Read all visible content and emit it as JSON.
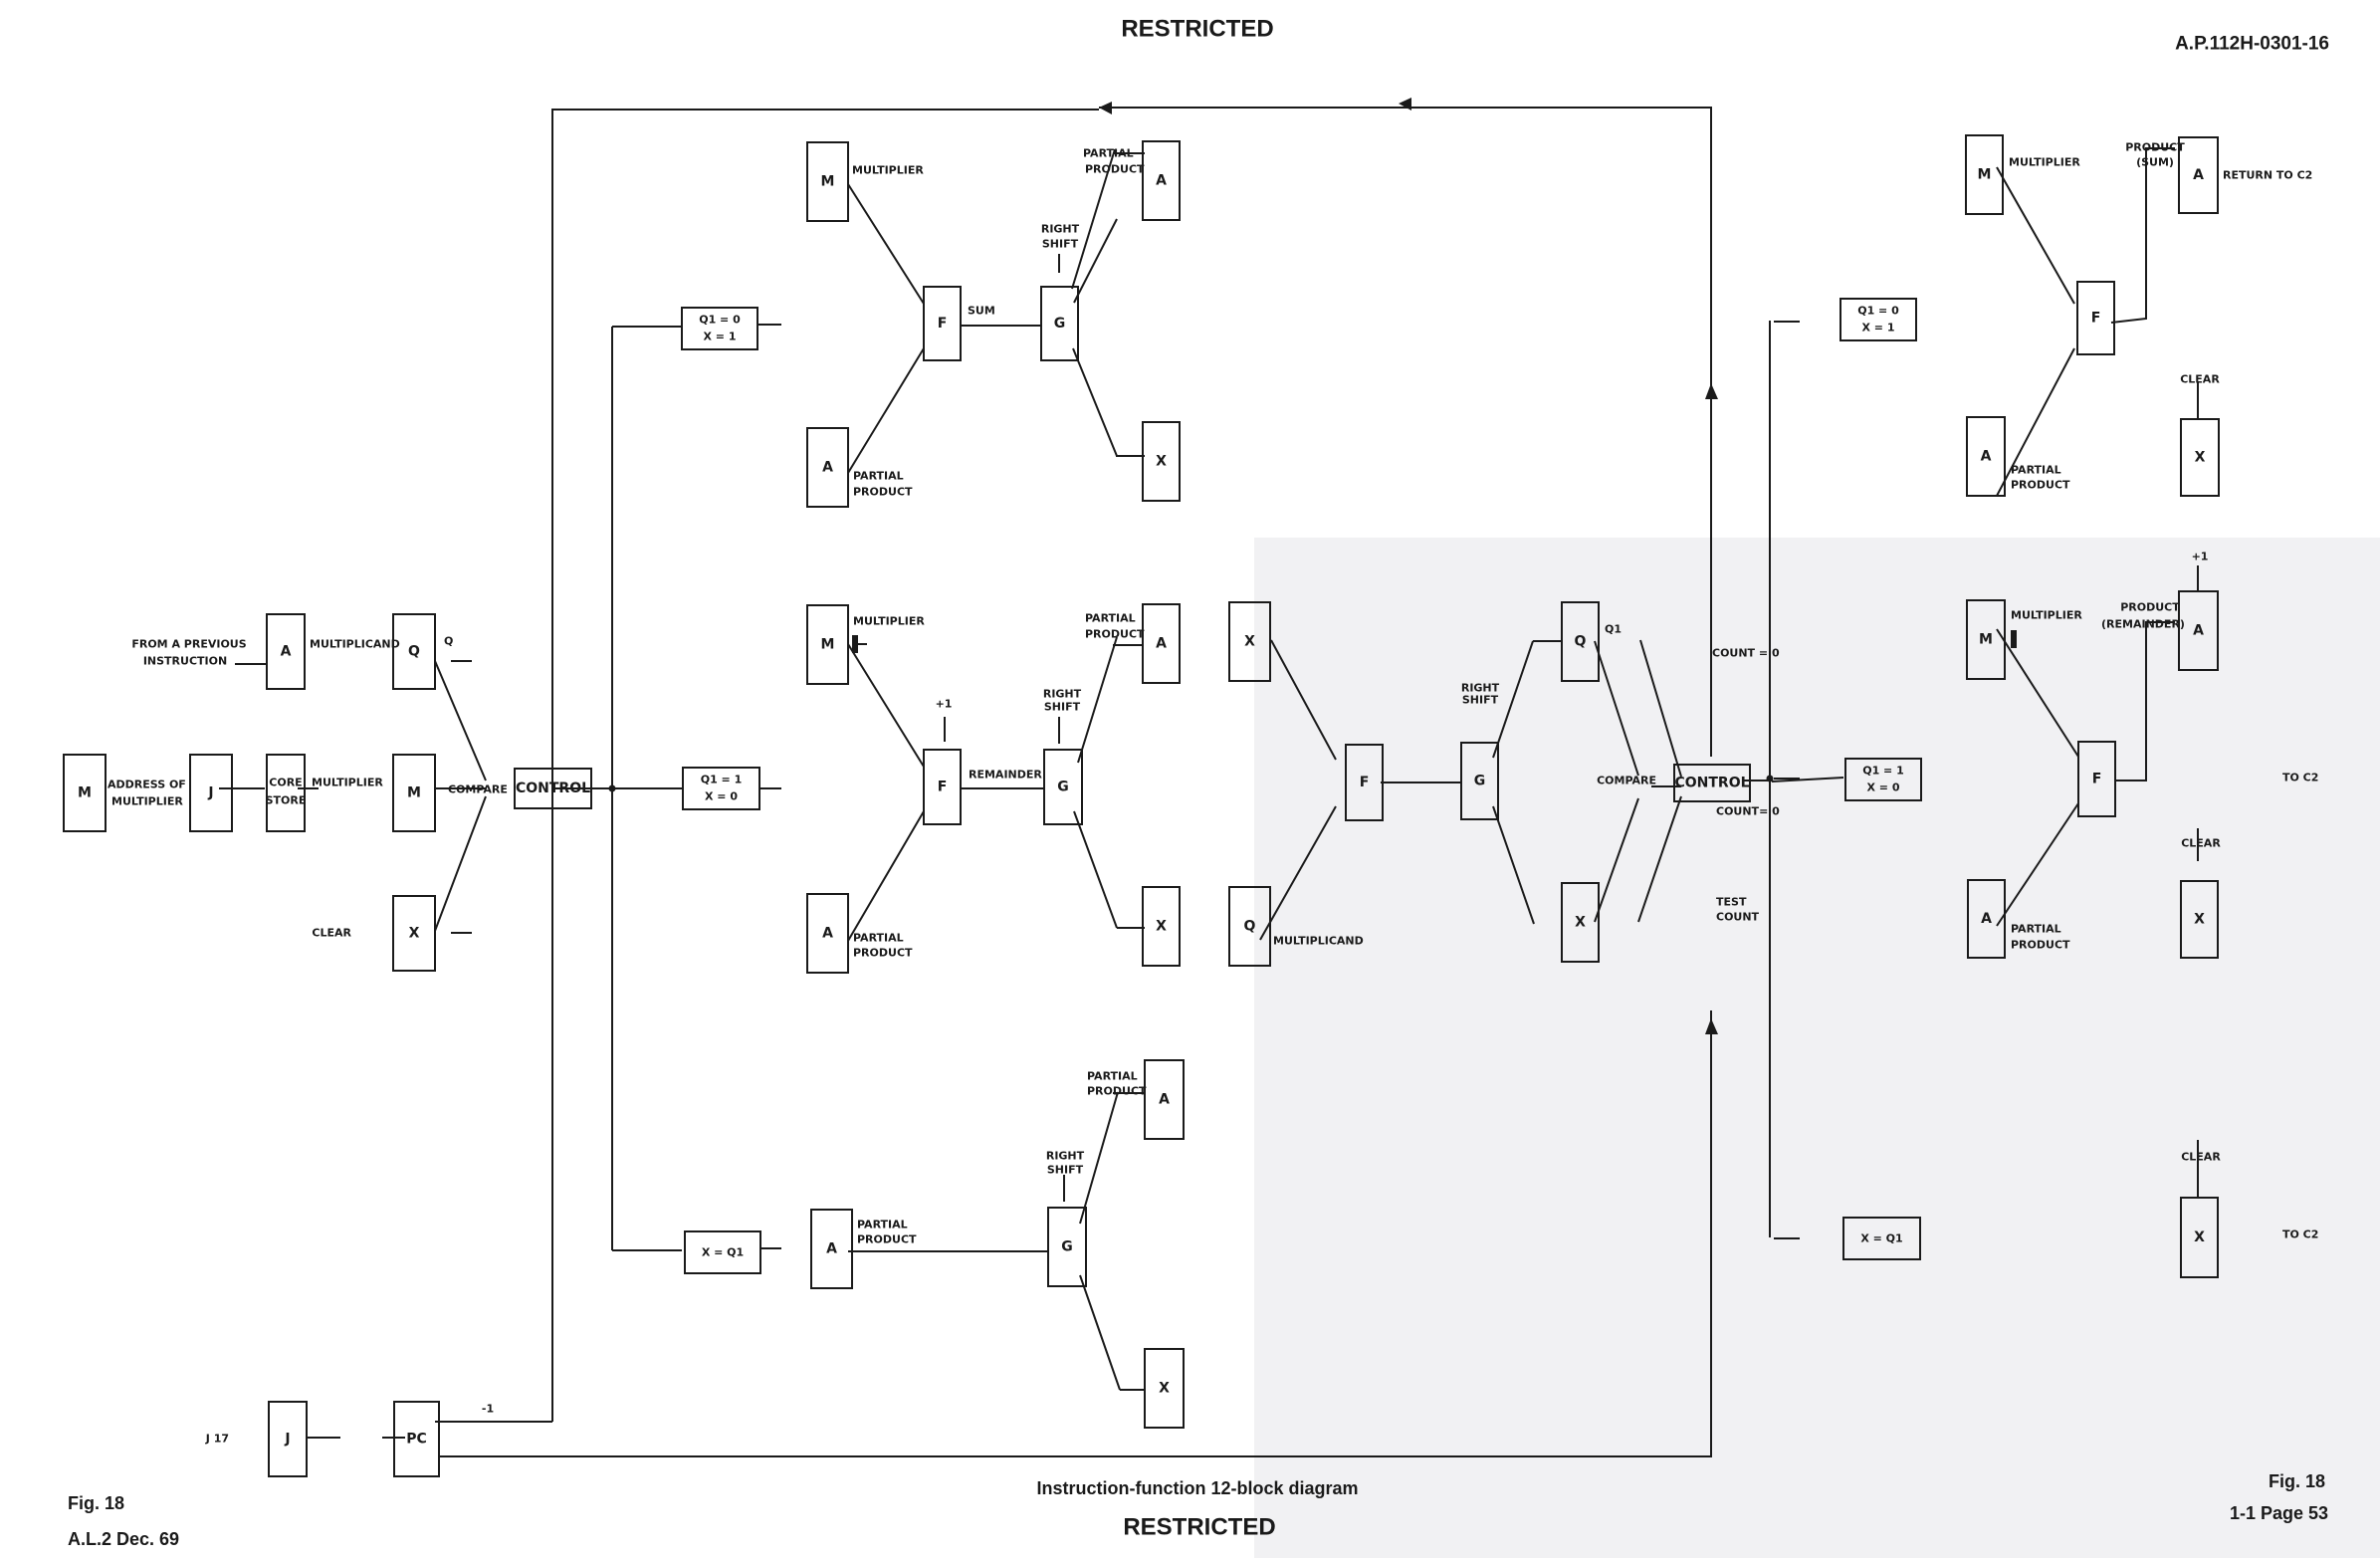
{
  "header": {
    "top_center": "RESTRICTED",
    "top_right": "A.P.112H-0301-16",
    "caption": "Instruction-function 12-block diagram",
    "bottom_center": "RESTRICTED",
    "bottom_left_fig": "Fig. 18",
    "bottom_left_amend": "A.L.2 Dec. 69",
    "bottom_right_fig": "Fig. 18",
    "bottom_right_page": "1-1 Page 53"
  },
  "blocks": {
    "A": "A",
    "Q": "Q",
    "M": "M",
    "J": "J",
    "X": "X",
    "F": "F",
    "G": "G",
    "PC": "PC",
    "CONTROL": "CONTROL",
    "CORE_1": "CORE",
    "CORE_2": "STORE"
  },
  "labels": {
    "from_prev_1": "FROM A PREVIOUS",
    "from_prev_2": "INSTRUCTION",
    "multiplicand": "MULTIPLICAND",
    "multiplier": "MULTIPLIER",
    "address_1": "ADDRESS OF",
    "address_2": "MULTIPLIER",
    "q": "Q",
    "compare": "COMPARE",
    "clear": "CLEAR",
    "j17": "J   17",
    "minus_one": "-1",
    "plus_one": "+1",
    "sum": "SUM",
    "remainder": "REMAINDER",
    "right": "RIGHT",
    "shift": "SHIFT",
    "partial": "PARTIAL",
    "product": "PRODUCT",
    "product_sum_2": "(SUM)",
    "product_rem_2": "(REMAINDER)",
    "q1": "Q1",
    "count_eq_0": "COUNT = 0",
    "count_eq_0b": "COUNT= 0",
    "test": "TEST",
    "count": "COUNT",
    "return_to_c2": "RETURN TO C2",
    "to_c2": "TO C2",
    "cond_q1_0": "Q1 = 0",
    "cond_x_1": "X = 1",
    "cond_q1_1": "Q1 = 1",
    "cond_x_0": "X = 0",
    "cond_x_q1": "X = Q1"
  }
}
